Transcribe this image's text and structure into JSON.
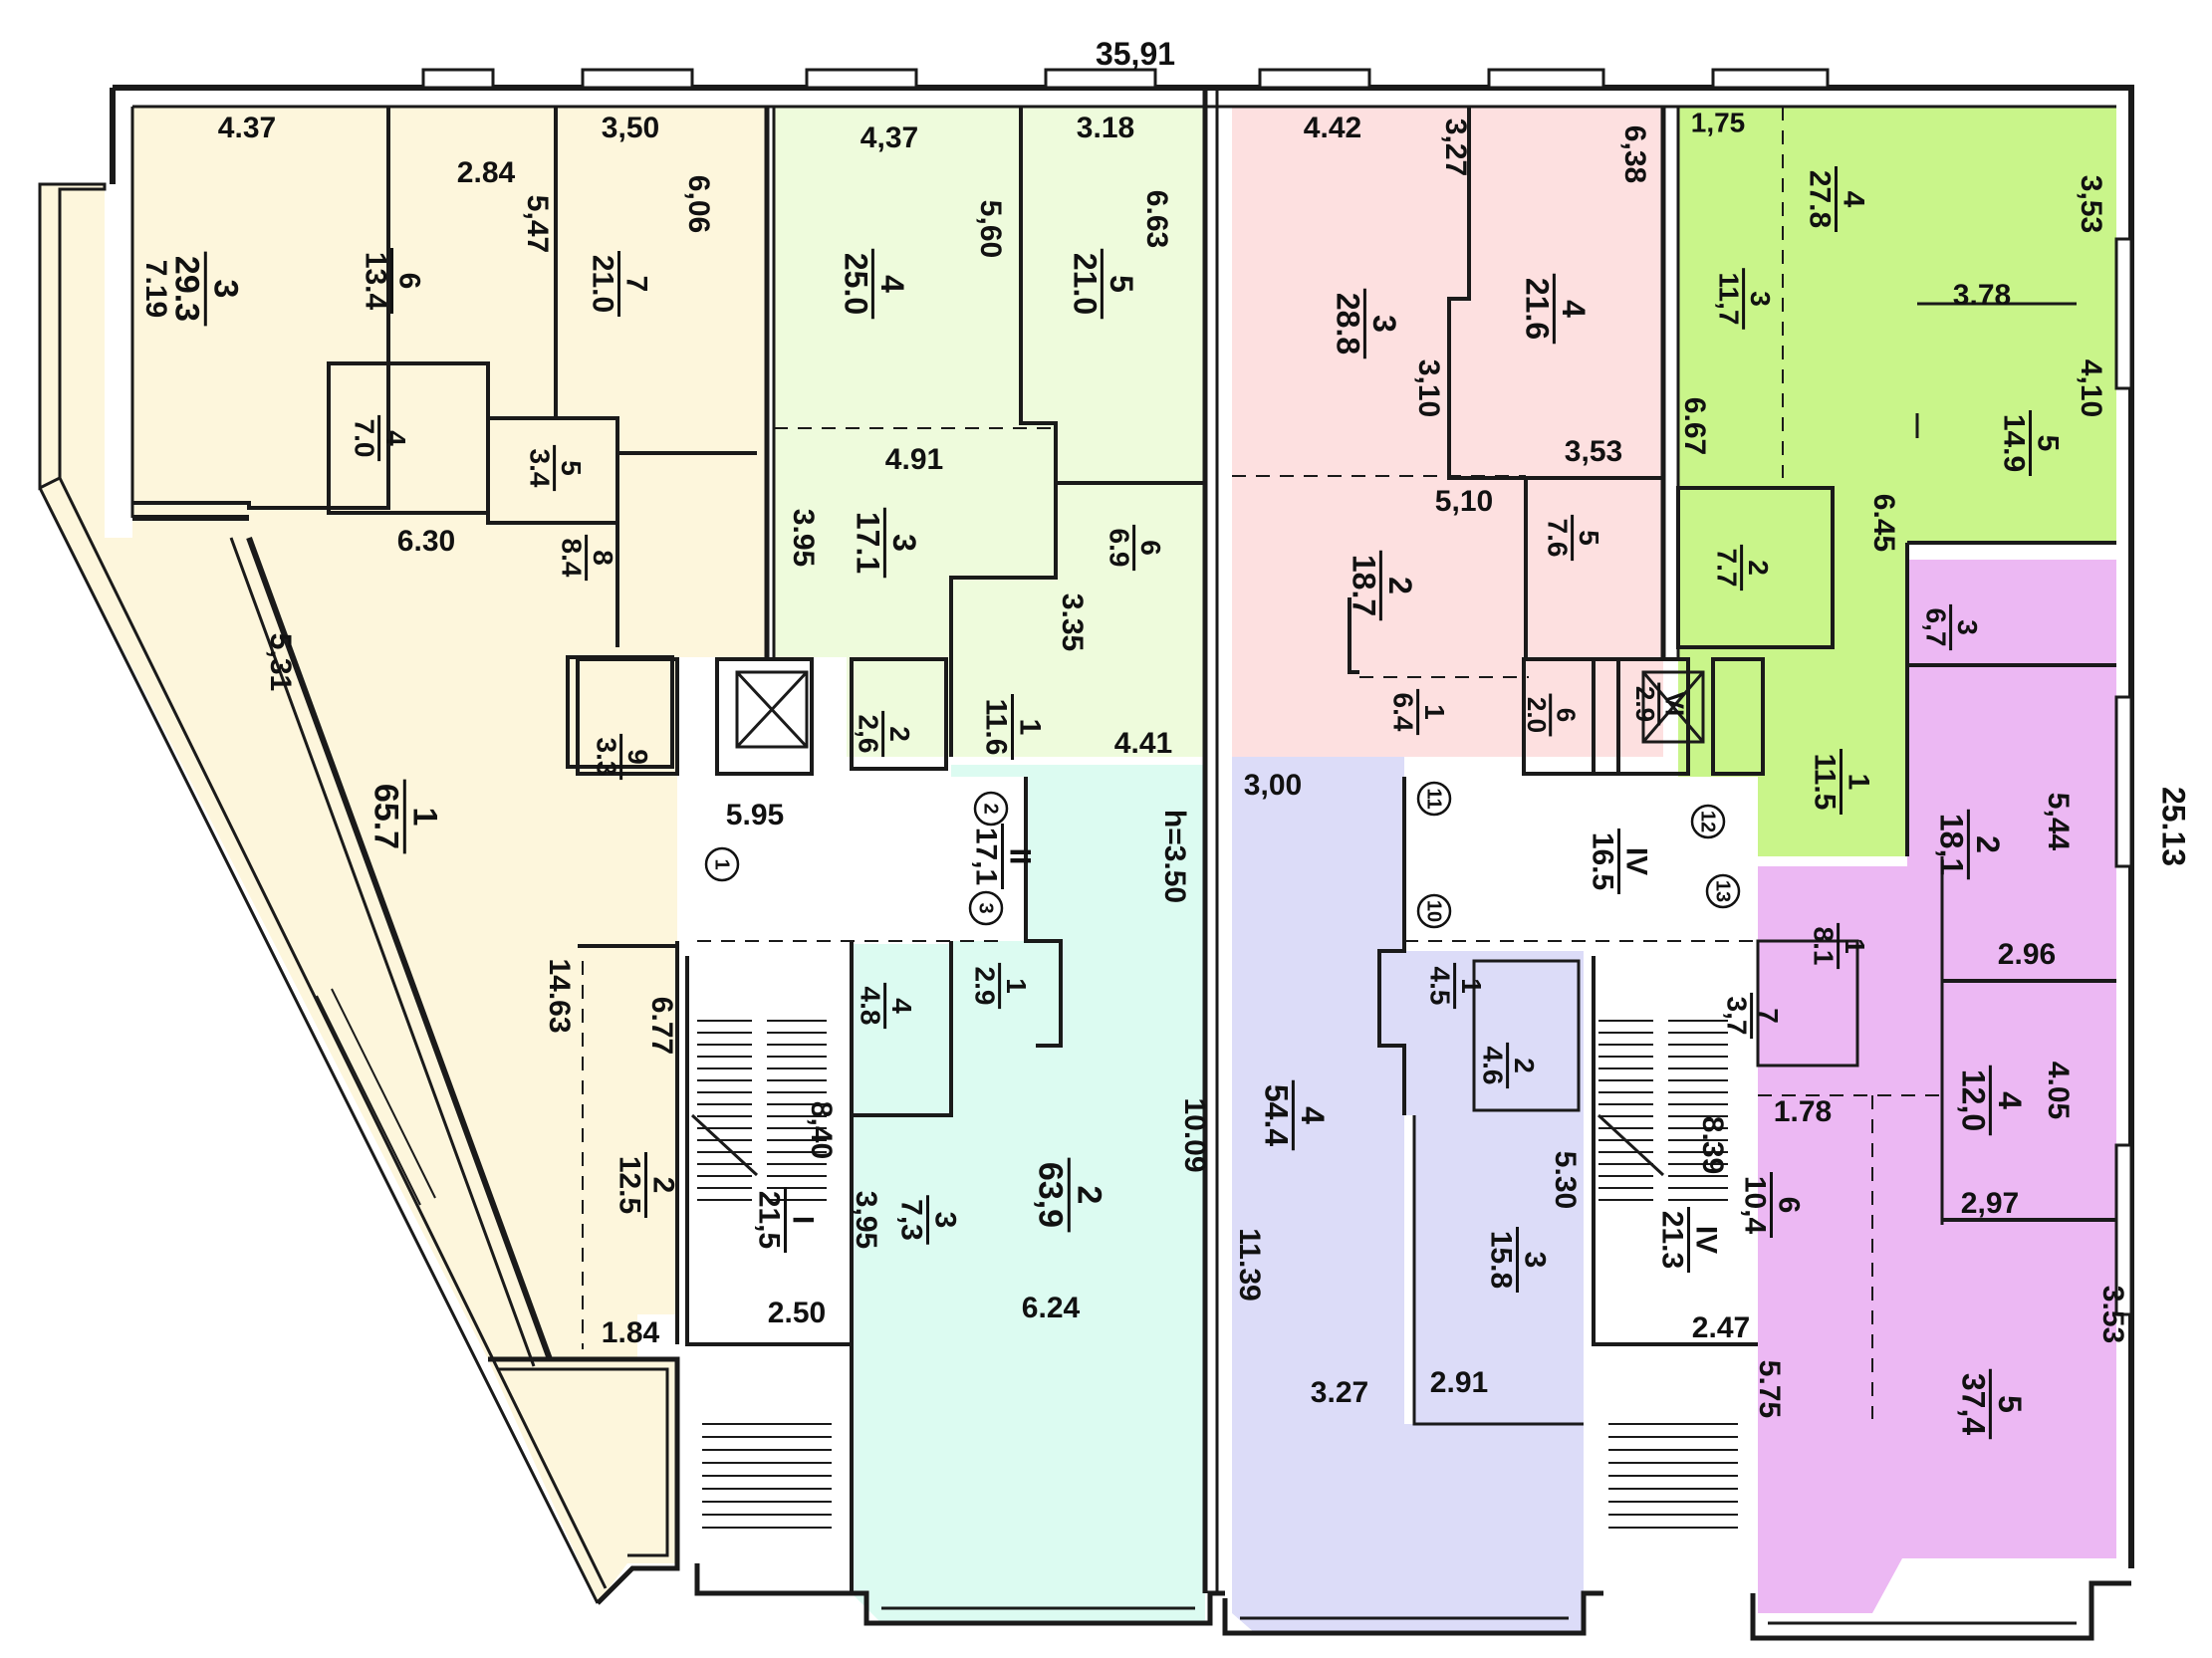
{
  "colors": {
    "apt_left": "#fdf6dc",
    "apt_green_light": "#eefbdc",
    "apt_pink": "#fde0e0",
    "apt_lime": "#c9f58a",
    "apt_violet": "#ecb8f3",
    "shop_cyan": "#dcfbf1",
    "shop_lavender": "#dcdcf8",
    "wall": "#1a1a1a"
  },
  "overall": {
    "width_label": "35,91",
    "depth_label": "25.13"
  },
  "dims": [
    "4.37",
    "2.84",
    "3,50",
    "7.19",
    "5,47",
    "6,06",
    "6.30",
    "5,31",
    "14.63",
    "6.77",
    "1.84",
    "4,37",
    "3.18",
    "5,60",
    "6.63",
    "4.91",
    "3.95",
    "3.35",
    "4.41",
    "5.95",
    "h=3.50",
    "10.09",
    "3,95",
    "6.24",
    "8,40",
    "2.50",
    "4.42",
    "3,27",
    "6,38",
    "3,10",
    "3,53",
    "5,10",
    "3,00",
    "11.39",
    "3.27",
    "5.30",
    "2.91",
    "8.39",
    "2.47",
    "1,75",
    "3,53",
    "3.78",
    "4,10",
    "6.67",
    "6.45",
    "5,44",
    "2.96",
    "4.05",
    "2,97",
    "1.78",
    "3.53",
    "5.75"
  ],
  "rooms": [
    {
      "num": "3",
      "area": "29.3"
    },
    {
      "num": "6",
      "area": "13.4"
    },
    {
      "num": "7",
      "area": "21.0"
    },
    {
      "num": "4",
      "area": "7.0"
    },
    {
      "num": "5",
      "area": "3.4"
    },
    {
      "num": "8",
      "area": "8.4"
    },
    {
      "num": "9",
      "area": "3.3"
    },
    {
      "num": "1",
      "area": "65.7"
    },
    {
      "num": "2",
      "area": "12.5"
    },
    {
      "num": "4",
      "area": "25.0"
    },
    {
      "num": "5",
      "area": "21.0"
    },
    {
      "num": "3",
      "area": "17.1"
    },
    {
      "num": "6",
      "area": "6.9"
    },
    {
      "num": "1",
      "area": "11.6"
    },
    {
      "num": "2",
      "area": "2,6"
    },
    {
      "num": "II",
      "area": "17,1"
    },
    {
      "num": "4",
      "area": "4.8"
    },
    {
      "num": "1",
      "area": "2.9"
    },
    {
      "num": "2",
      "area": "63,9"
    },
    {
      "num": "3",
      "area": "7,3"
    },
    {
      "num": "I",
      "area": "21,5"
    },
    {
      "num": "3",
      "area": "28.8"
    },
    {
      "num": "4",
      "area": "21.6"
    },
    {
      "num": "2",
      "area": "18.7"
    },
    {
      "num": "5",
      "area": "7.6"
    },
    {
      "num": "1",
      "area": "6.4"
    },
    {
      "num": "6",
      "area": "2.0"
    },
    {
      "num": "VI",
      "area": "2.9"
    },
    {
      "num": "IV",
      "area": "16.5"
    },
    {
      "num": "4",
      "area": "54.4"
    },
    {
      "num": "1",
      "area": "4.5"
    },
    {
      "num": "2",
      "area": "4.6"
    },
    {
      "num": "3",
      "area": "15.8"
    },
    {
      "num": "IV",
      "area": "21.3"
    },
    {
      "num": "4",
      "area": "27.8"
    },
    {
      "num": "3",
      "area": "11,7"
    },
    {
      "num": "5",
      "area": "14.9"
    },
    {
      "num": "2",
      "area": "7.7"
    },
    {
      "num": "1",
      "area": "11.5"
    },
    {
      "num": "3",
      "area": "6,7"
    },
    {
      "num": "2",
      "area": "18,1"
    },
    {
      "num": "1",
      "area": "8.1"
    },
    {
      "num": "7",
      "area": "3,7"
    },
    {
      "num": "4",
      "area": "12,0"
    },
    {
      "num": "6",
      "area": "10,4"
    },
    {
      "num": "5",
      "area": "37,4"
    }
  ],
  "markers": [
    "1",
    "2",
    "3",
    "11",
    "10",
    "12",
    "13"
  ]
}
